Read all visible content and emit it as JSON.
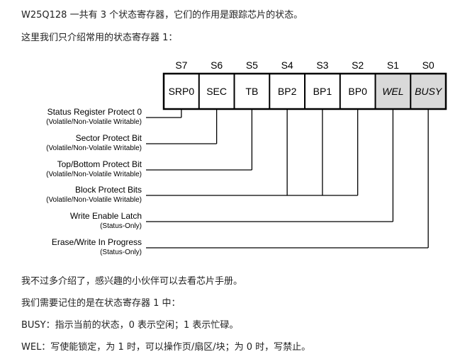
{
  "intro": {
    "line1": "W25Q128 一共有 3 个状态寄存器，它们的作用是跟踪芯片的状态。",
    "line2": "这里我们只介绍常用的状态寄存器 1："
  },
  "register": {
    "bits": [
      {
        "bit": "S7",
        "field": "SRP0",
        "shaded": false
      },
      {
        "bit": "S6",
        "field": "SEC",
        "shaded": false
      },
      {
        "bit": "S5",
        "field": "TB",
        "shaded": false
      },
      {
        "bit": "S4",
        "field": "BP2",
        "shaded": false
      },
      {
        "bit": "S3",
        "field": "BP1",
        "shaded": false
      },
      {
        "bit": "S2",
        "field": "BP0",
        "shaded": false
      },
      {
        "bit": "S1",
        "field": "WEL",
        "shaded": true
      },
      {
        "bit": "S0",
        "field": "BUSY",
        "shaded": true
      }
    ],
    "shade_color": "#d9d9d9"
  },
  "descriptions": [
    {
      "title": "Status Register Protect 0",
      "note": "(Volatile/Non-Volatile Writable)",
      "bits": [
        "S7"
      ]
    },
    {
      "title": "Sector Protect Bit",
      "note": "(Volatile/Non-Volatile Writable)",
      "bits": [
        "S6"
      ]
    },
    {
      "title": "Top/Bottom Protect Bit",
      "note": "(Volatile/Non-Volatile Writable)",
      "bits": [
        "S5"
      ]
    },
    {
      "title": "Block Protect Bits",
      "note": "(Volatile/Non-Volatile Writable)",
      "bits": [
        "S4",
        "S3",
        "S2"
      ]
    },
    {
      "title": "Write Enable Latch",
      "note": "(Status-Only)",
      "bits": [
        "S1"
      ]
    },
    {
      "title": "Erase/Write In Progress",
      "note": "(Status-Only)",
      "bits": [
        "S0"
      ]
    }
  ],
  "outro": {
    "line1": "我不过多介绍了，感兴趣的小伙伴可以去看芯片手册。",
    "line2": "我们需要记住的是在状态寄存器 1 中：",
    "line3": "BUSY：指示当前的状态，0 表示空闲；1 表示忙碌。",
    "line4": "WEL：写使能锁定，为 1 时，可以操作页/扇区/块；为 0 时，写禁止。"
  }
}
